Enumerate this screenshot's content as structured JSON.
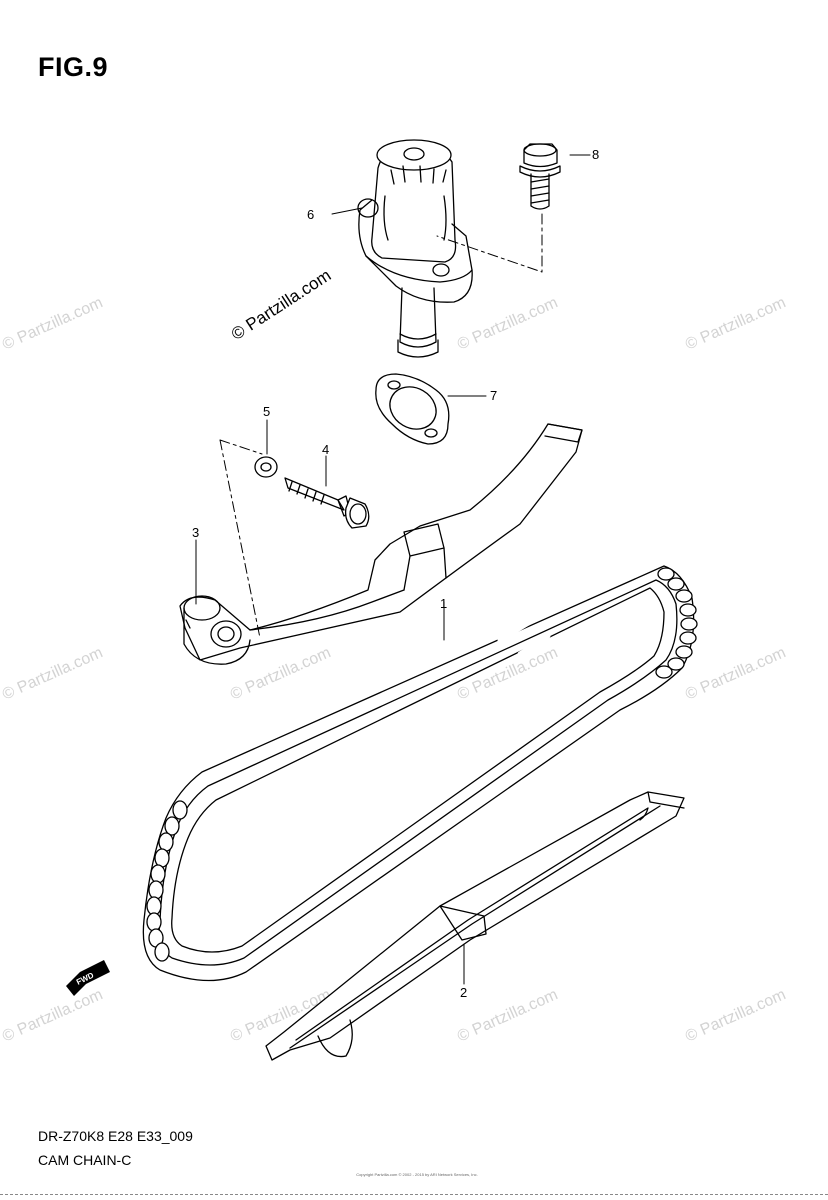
{
  "figure": {
    "title": "FIG.9",
    "code": "DR-Z70K8 E28 E33_009",
    "name": "CAM CHAIN-C",
    "copyright": "Copyright\nPartzilla.com © 2002 - 2015 by ARI Network Services, Inc."
  },
  "watermark": {
    "text": "© Partzilla.com",
    "center_text": "© Partzilla.com"
  },
  "callouts": [
    "1",
    "2",
    "3",
    "4",
    "5",
    "6",
    "7",
    "8"
  ],
  "fwd_label": "FWD"
}
